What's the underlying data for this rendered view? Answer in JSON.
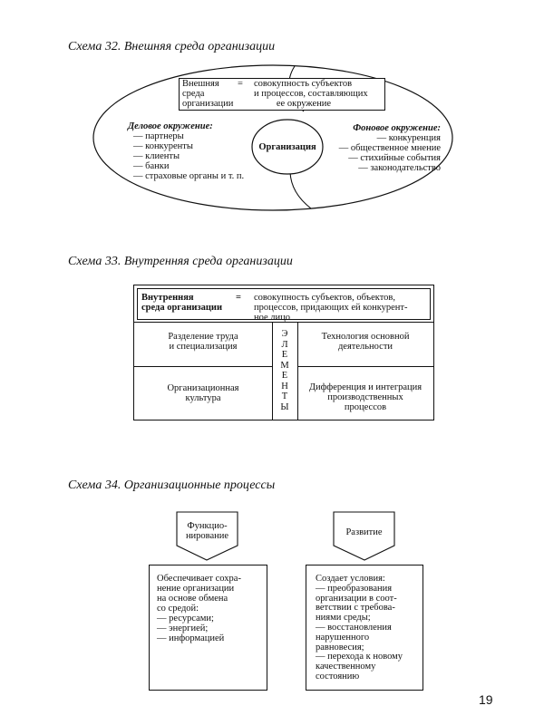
{
  "scheme32": {
    "caption": "Схема 32. Внешняя среда организации",
    "definition": {
      "term": [
        "Внешняя",
        "среда",
        "организации"
      ],
      "eq": "=",
      "desc": [
        "совокупность субъектов",
        "и процессов, составляющих",
        "ее окружение"
      ]
    },
    "business": {
      "title": "Деловое окружение:",
      "items": [
        "— партнеры",
        "— конкуренты",
        "— клиенты",
        "— банки",
        "— страховые органы и т. п."
      ]
    },
    "center": "Организация",
    "background": {
      "title": "Фоновое окружение:",
      "items": [
        "— конкуренция",
        "— общественное мнение",
        "— стихийные события",
        "— законодательство"
      ]
    }
  },
  "scheme33": {
    "caption": "Схема 33. Внутренняя среда организации",
    "header": {
      "term": [
        "Внутренняя",
        "среда организации"
      ],
      "eq": "=",
      "desc": [
        "совокупность субъектов, объектов,",
        "процессов, придающих ей конкурент-",
        "ное лицо"
      ]
    },
    "cells": {
      "top_left": [
        "Разделение труда",
        "и специализация"
      ],
      "top_right": [
        "Технология основной",
        "деятельности"
      ],
      "bottom_left": [
        "Организационная",
        "культура"
      ],
      "bottom_right": [
        "Дифференция и интеграция",
        "производственных",
        "процессов"
      ]
    },
    "middle_letters": [
      "Э",
      "Л",
      "Е",
      "М",
      "Е",
      "Н",
      "Т",
      "Ы"
    ]
  },
  "scheme34": {
    "caption": "Схема 34. Организационные процессы",
    "left": {
      "head": [
        "Функцио-",
        "нирование"
      ],
      "body": [
        "Обеспечивает сохра-",
        "нение организации",
        "на основе обмена",
        "со средой:",
        "— ресурсами;",
        "— энергией;",
        "— информацией"
      ]
    },
    "right": {
      "head": [
        "Развитие"
      ],
      "body": [
        "Создает условия:",
        "— преобразования",
        "организации в соот-",
        "ветствии с требова-",
        "ниями среды;",
        "— восстановления",
        "нарушенного",
        "равновесия;",
        "— перехода к новому",
        "качественному",
        "состоянию"
      ]
    }
  },
  "page_number": "19"
}
